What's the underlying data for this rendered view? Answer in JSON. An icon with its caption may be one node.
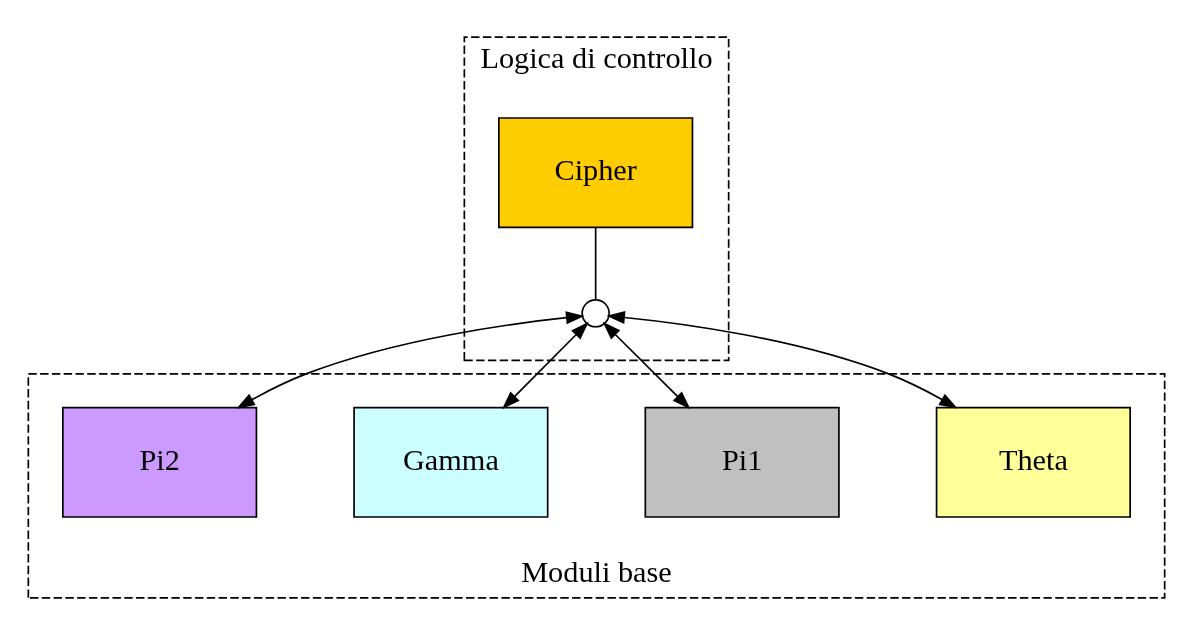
{
  "diagram": {
    "nodes": [
      {
        "text": [
          "Logica di controllo"
        ]
      },
      {
        "text": [
          "Cipher"
        ],
        "in": 0
      },
      {
        "text": [],
        "shape": "circle",
        "in": 0
      },
      {
        "text": [
          "Moduli base"
        ]
      },
      {
        "text": [
          "Theta"
        ],
        "in": 3
      },
      {
        "text": [
          "Pi1"
        ],
        "in": 3
      },
      {
        "text": [
          "Gamma"
        ],
        "in": 3
      },
      {
        "text": [
          "Pi2"
        ],
        "in": 3
      }
    ],
    "edges": [
      {
        "from": 1,
        "to": 2,
        "arrow": "none"
      },
      {
        "from": 2,
        "to": 4,
        "arrow": "both"
      },
      {
        "from": 2,
        "to": 5,
        "arrow": "both"
      },
      {
        "from": 2,
        "to": 6,
        "arrow": "both"
      },
      {
        "from": 2,
        "to": 7,
        "arrow": "both"
      }
    ]
  }
}
